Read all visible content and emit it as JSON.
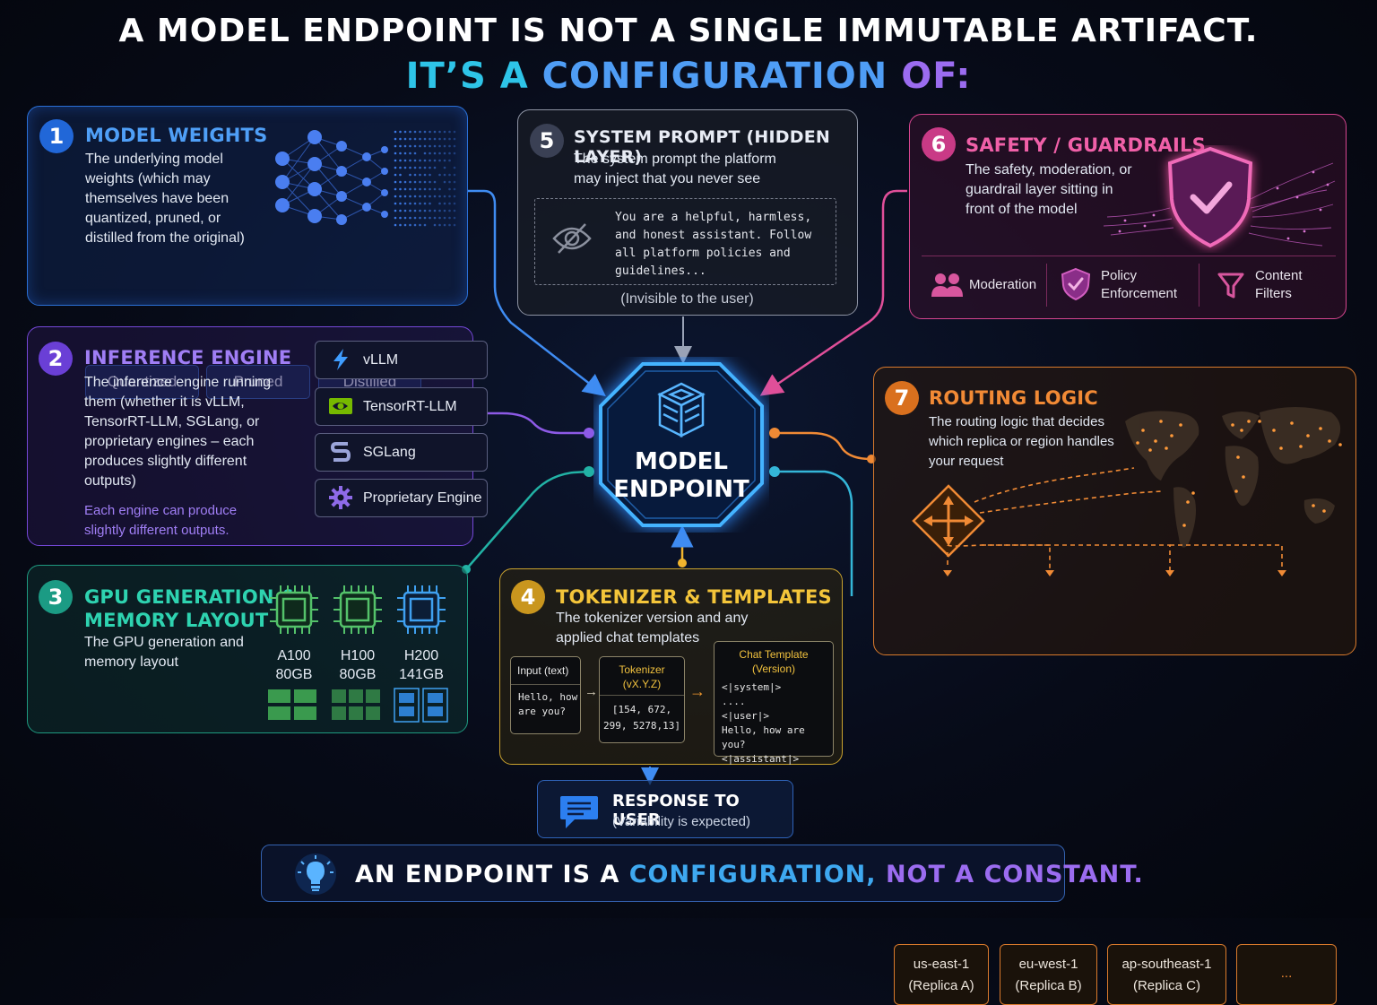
{
  "header": {
    "line1": "A MODEL ENDPOINT IS NOT A SINGLE IMMUTABLE ARTIFACT.",
    "line2_part1": "IT’S A ",
    "line2_part2": "CONFIGURATION ",
    "line2_part3": "OF:"
  },
  "center": {
    "line1": "MODEL",
    "line2": "ENDPOINT"
  },
  "model_weights": {
    "number": "1",
    "title": "MODEL WEIGHTS",
    "body": [
      "The underlying model",
      "weights (which may",
      "themselves have been",
      "quantized, pruned, or",
      "distilled from the original)"
    ],
    "tags": [
      "Quantized",
      "Pruned",
      "Distilled"
    ]
  },
  "inference_engine": {
    "number": "2",
    "title": "INFERENCE ENGINE",
    "body": [
      "The inference engine running",
      "them (whether it is vLLM,",
      "TensorRT-LLM, SGLang, or",
      "proprietary engines – each",
      "produces slightly different",
      "outputs)"
    ],
    "note": [
      "Each engine can produce",
      "slightly different outputs."
    ],
    "engines": [
      "vLLM",
      "TensorRT-LLM",
      "SGLang",
      "Proprietary Engine"
    ]
  },
  "gpu": {
    "number": "3",
    "title_line1": "GPU GENERATION &",
    "title_line2": "MEMORY LAYOUT",
    "body": [
      "The GPU generation and",
      "memory layout"
    ],
    "cards": [
      {
        "name": "A100",
        "mem": "80GB"
      },
      {
        "name": "H100",
        "mem": "80GB"
      },
      {
        "name": "H200",
        "mem": "141GB"
      }
    ]
  },
  "tokenizer": {
    "number": "4",
    "title": "TOKENIZER & TEMPLATES",
    "body": [
      "The tokenizer version and any",
      "applied chat templates"
    ],
    "input_label": "Input (text)",
    "input_text": [
      "Hello, how",
      "are you?"
    ],
    "tok_label_1": "Tokenizer",
    "tok_label_2": "(vX.Y.Z)",
    "tok_values": [
      "[154, 672,",
      "299, 5278,13]"
    ],
    "tmpl_label_1": "Chat Template",
    "tmpl_label_2": "(Version)",
    "tmpl_lines": [
      "<|system|>",
      "....",
      "<|user|>",
      "Hello, how are you?",
      "<|assistant|>"
    ]
  },
  "system_prompt": {
    "number": "5",
    "title": "SYSTEM PROMPT (HIDDEN LAYER)",
    "body": [
      "The system prompt the platform",
      "may inject that you never see"
    ],
    "prompt": [
      "You are a helpful, harmless,",
      "and honest assistant. Follow",
      "all platform policies and",
      "guidelines..."
    ],
    "caption": "(Invisible to the user)"
  },
  "safety": {
    "number": "6",
    "title": "SAFETY / GUARDRAILS",
    "body": [
      "The safety, moderation, or",
      "guardrail layer sitting in",
      "front of the model"
    ],
    "items": [
      {
        "lines": [
          "Moderation"
        ]
      },
      {
        "lines": [
          "Policy",
          "Enforcement"
        ]
      },
      {
        "lines": [
          "Content",
          "Filters"
        ]
      }
    ]
  },
  "routing": {
    "number": "7",
    "title": "ROUTING LOGIC",
    "body": [
      "The routing logic that decides",
      "which replica or region handles",
      "your request"
    ],
    "replicas": [
      {
        "region": "us-east-1",
        "replica": "(Replica A)"
      },
      {
        "region": "eu-west-1",
        "replica": "(Replica B)"
      },
      {
        "region": "ap-southeast-1",
        "replica": "(Replica C)"
      },
      {
        "region": "...",
        "replica": ""
      }
    ]
  },
  "response": {
    "title": "RESPONSE TO USER",
    "subtitle": "(Variability is expected)"
  },
  "footer": {
    "part1": "AN ENDPOINT IS A ",
    "part2": "CONFIGURATION, ",
    "part3": "NOT A CONSTANT."
  },
  "colors": {
    "weights": "#2a6fd6",
    "engine": "#7548d8",
    "gpu": "#1f9a80",
    "tokenizer": "#c9a22e",
    "system": "#8d93a3",
    "safety": "#d6458f",
    "routing": "#d97a2c",
    "center": "#3fa2ff"
  }
}
